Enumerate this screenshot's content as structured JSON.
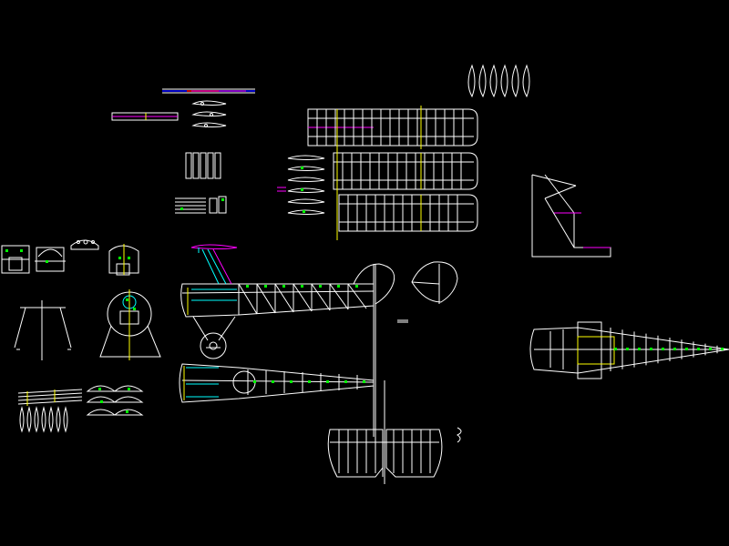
{
  "drawing": {
    "background": "#000000",
    "layer_colors": {
      "outline": "#ffffff",
      "construction": "#ff00ff",
      "detail": "#00ffff",
      "reference": "#ffff00",
      "markers": "#00ff00",
      "spar_left": "#0000ff",
      "spar_right": "#ff0000"
    },
    "wing_bays": [
      16,
      14,
      12,
      10
    ],
    "fuselage_stations": 10,
    "airfoil_ribs_count": 6,
    "rib_profiles_count": 6
  }
}
